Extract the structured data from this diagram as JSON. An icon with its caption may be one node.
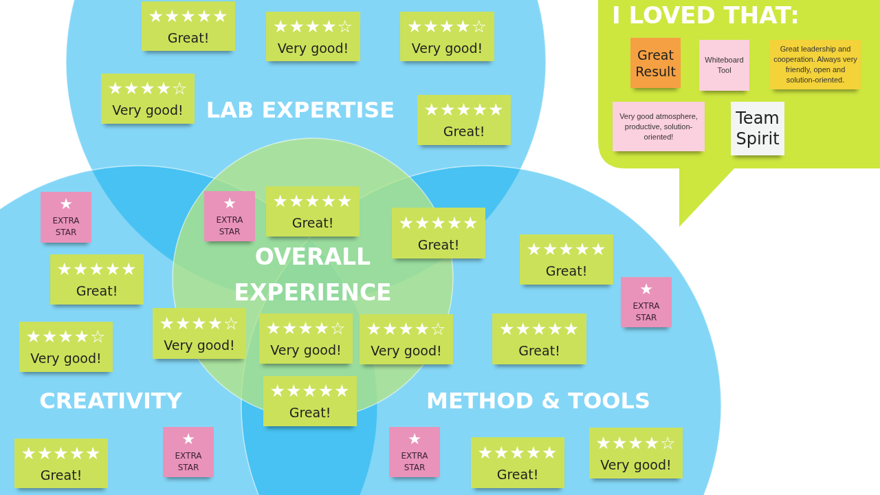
{
  "diagram": {
    "nodes": [
      {
        "text": [
          "LAB EXPERTISE"
        ]
      },
      {
        "text": [
          "★★★★★",
          "Great!"
        ],
        "in": 0
      },
      {
        "text": [
          "★★★★☆",
          "Very good!"
        ],
        "in": 0
      },
      {
        "text": [
          "★★★★☆",
          "Very good!"
        ],
        "in": 0
      },
      {
        "text": [
          "★★★★☆",
          "Very good!"
        ],
        "in": 0
      },
      {
        "text": [
          "★★★★★",
          "Great!"
        ],
        "in": 0
      },
      {
        "text": [
          "I LOVED THAT:"
        ]
      },
      {
        "text": [
          "Great Result"
        ],
        "in": 6
      },
      {
        "text": [
          "Whiteboard Tool"
        ],
        "in": 6
      },
      {
        "text": [
          "Great leadership and cooperation. Always very friendly, open and solution-oriented."
        ],
        "in": 6
      },
      {
        "text": [
          "Very good atmosphere, productive, solution-oriented!"
        ],
        "in": 6
      },
      {
        "text": [
          "Team Spirit"
        ],
        "in": 6
      },
      {
        "text": [
          "OVERALL EXPERIENCE"
        ]
      },
      {
        "text": [
          "★",
          "EXTRA STAR"
        ]
      },
      {
        "text": [
          "★★★★★",
          "Great!"
        ]
      },
      {
        "text": [
          "★★★★★",
          "Great!"
        ]
      },
      {
        "text": [
          "★★★★☆",
          "Very good!"
        ]
      },
      {
        "text": [
          "★★★★☆",
          "Very good!"
        ]
      },
      {
        "text": [
          "★★★★★",
          "Great!"
        ]
      },
      {
        "text": [
          "CREATIVITY"
        ]
      },
      {
        "text": [
          "★",
          "EXTRA STAR"
        ],
        "in": 19
      },
      {
        "text": [
          "★★★★★",
          "Great!"
        ],
        "in": 19
      },
      {
        "text": [
          "★★★★☆",
          "Very good!"
        ],
        "in": 19
      },
      {
        "text": [
          "★★★★☆",
          "Very good!"
        ],
        "in": 19
      },
      {
        "text": [
          "★★★★★",
          "Great!"
        ],
        "in": 19
      },
      {
        "text": [
          "★",
          "EXTRA STAR"
        ],
        "in": 19
      },
      {
        "text": [
          "METHOD & TOOLS"
        ]
      },
      {
        "text": [
          "★★★★★",
          "Great!"
        ],
        "in": 26
      },
      {
        "text": [
          "★",
          "EXTRA STAR"
        ],
        "in": 26
      },
      {
        "text": [
          "★★★★★",
          "Great!"
        ],
        "in": 26
      },
      {
        "text": [
          "★",
          "EXTRA STAR"
        ],
        "in": 26
      },
      {
        "text": [
          "★★★★★",
          "Great!"
        ],
        "in": 26
      },
      {
        "text": [
          "★★★★☆",
          "Very good!"
        ],
        "in": 26
      }
    ]
  }
}
